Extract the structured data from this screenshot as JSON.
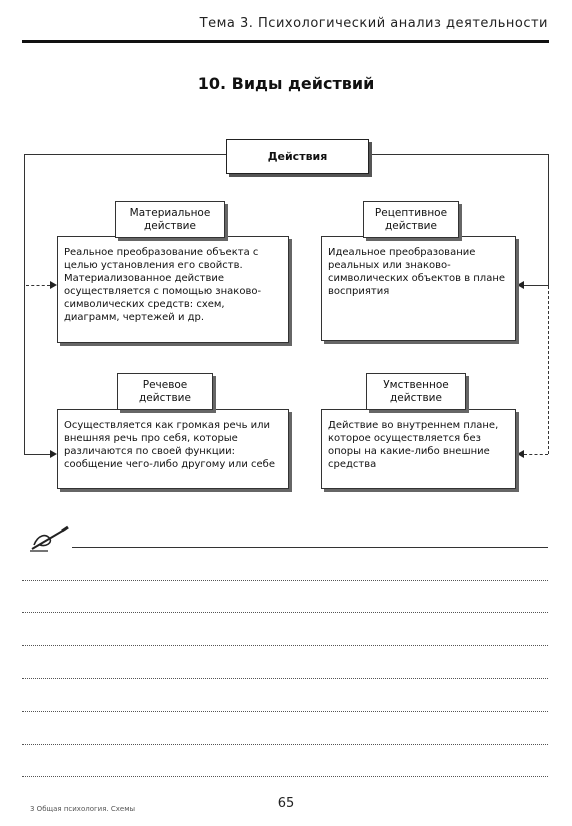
{
  "header": {
    "topic": "Тема 3. Психологический анализ деятельности"
  },
  "page_title": "10. Виды действий",
  "diagram": {
    "root": "Действия",
    "nodes": [
      {
        "label": "Материальное действие",
        "description": "Реальное преобразование объекта с целью установления его свойств. Материализованное действие осуществляется с помощью знаково-символических средств: схем, диаграмм, чертежей и др."
      },
      {
        "label": "Рецептивное действие",
        "description": "Идеальное преобразование реальных или знаково-символических объектов в плане восприятия"
      },
      {
        "label": "Речевое действие",
        "description": "Осуществляется как громкая речь или внешняя речь про себя, которые различаются по своей функции: сообщение чего-либо другому или себе"
      },
      {
        "label": "Умственное действие",
        "description": "Действие во внутреннем плане, которое осуществляется без опоры на какие-либо внешние средства"
      }
    ]
  },
  "notes": {
    "icon": "pen-writing-icon",
    "line_count": 7
  },
  "footer": {
    "left": "3 Общая психология. Схемы",
    "page_number": "65"
  }
}
